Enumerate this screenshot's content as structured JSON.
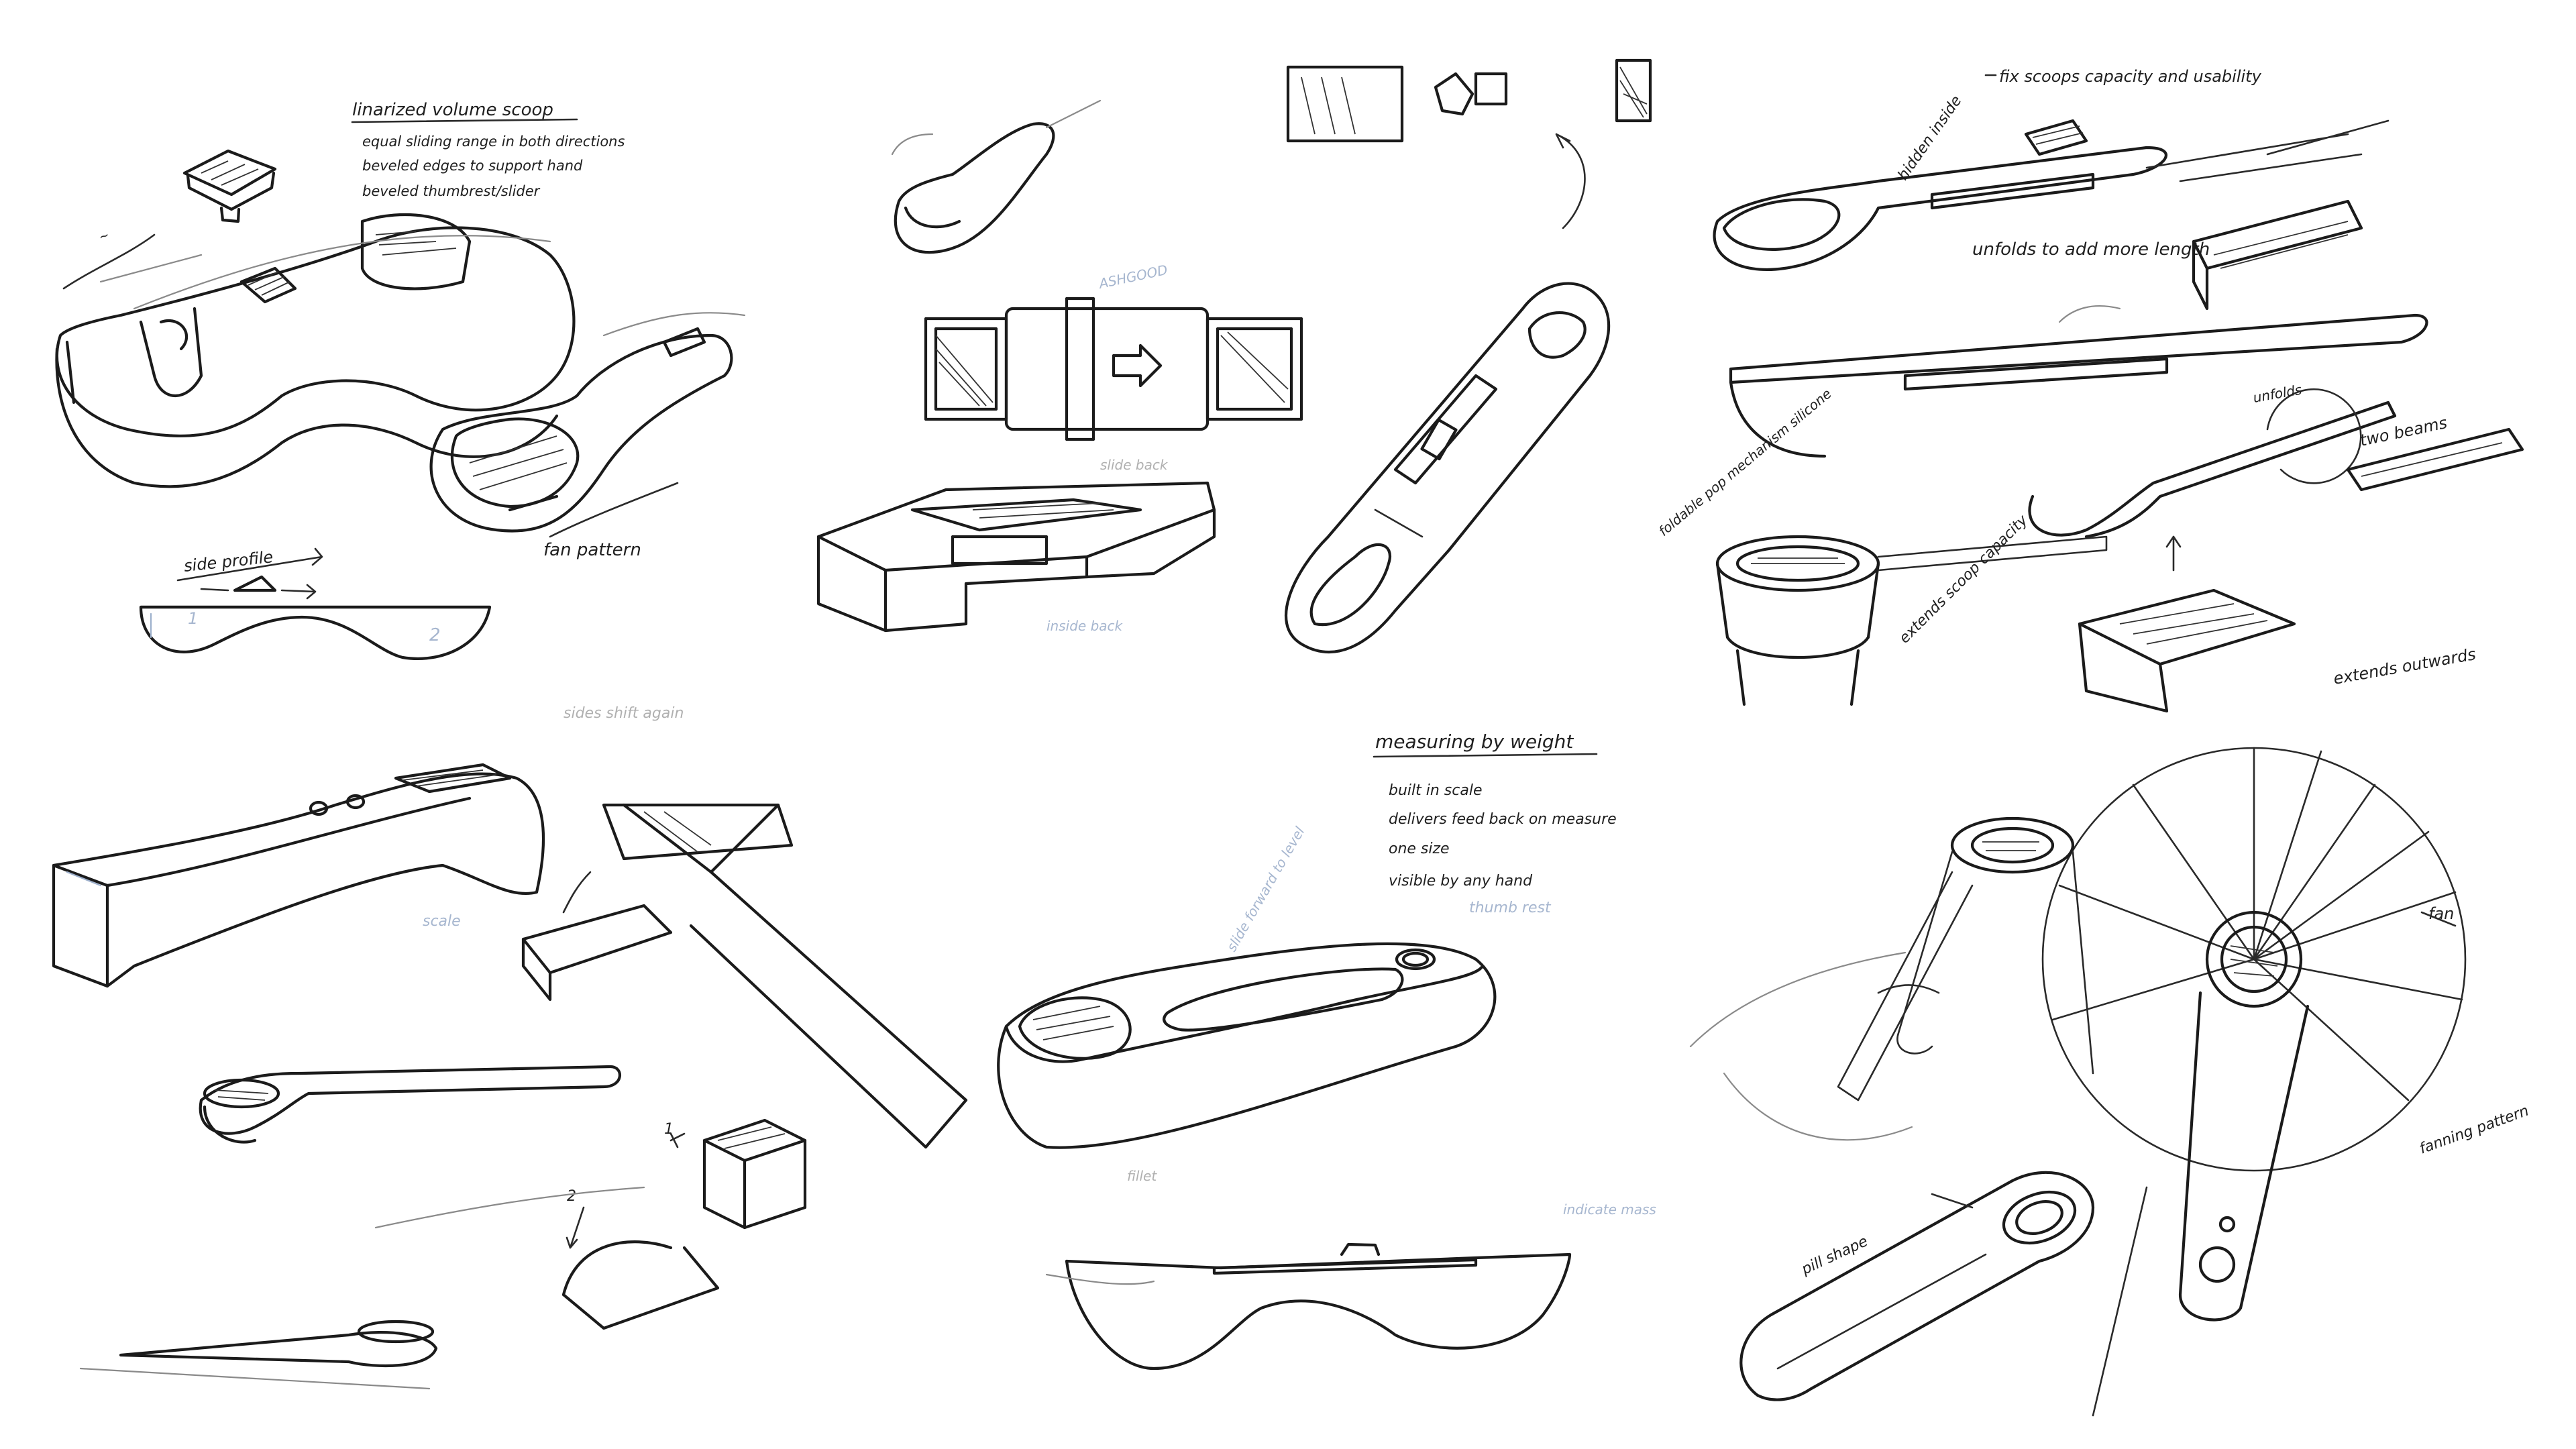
{
  "panels": {
    "p1": {
      "title": "linarized volume scoop",
      "bullets": [
        "equal sliding range in both directions",
        "beveled edges to support hand",
        "beveled thumbrest/slider"
      ],
      "labels": {
        "side_profile": "side profile",
        "fan": "fan pattern",
        "num1": "1",
        "num2": "2",
        "faint": "sides shift again"
      }
    },
    "p2": {
      "labels": {
        "faint1": "ASHGOOD",
        "faint2": "slide back",
        "faint3": "inside back"
      }
    },
    "p3": {
      "title": "fix scoops capacity and usability",
      "labels": {
        "hidden": "hidden inside",
        "unfolds": "unfolds to add more length",
        "unfolds2": "unfolds",
        "two_beams": "two beams",
        "foldable": "foldable pop mechanism silicone",
        "extends": "extends scoop capacity",
        "extends_outwards": "extends outwards"
      }
    },
    "p4": {
      "labels": {
        "scale": "scale",
        "num1": "1",
        "num2": "2"
      }
    },
    "p5": {
      "title": "measuring by weight",
      "bullets": [
        "built in scale",
        "delivers feed back on measure",
        "one size",
        "visible by any hand"
      ],
      "labels": {
        "faint1": "slide forward to level",
        "faint2": "thumb rest",
        "faint3": "indicate mass",
        "faint4": "fillet"
      }
    },
    "p6": {
      "labels": {
        "fan": "fan",
        "fanning": "fanning pattern",
        "pill": "pill shape"
      }
    }
  }
}
